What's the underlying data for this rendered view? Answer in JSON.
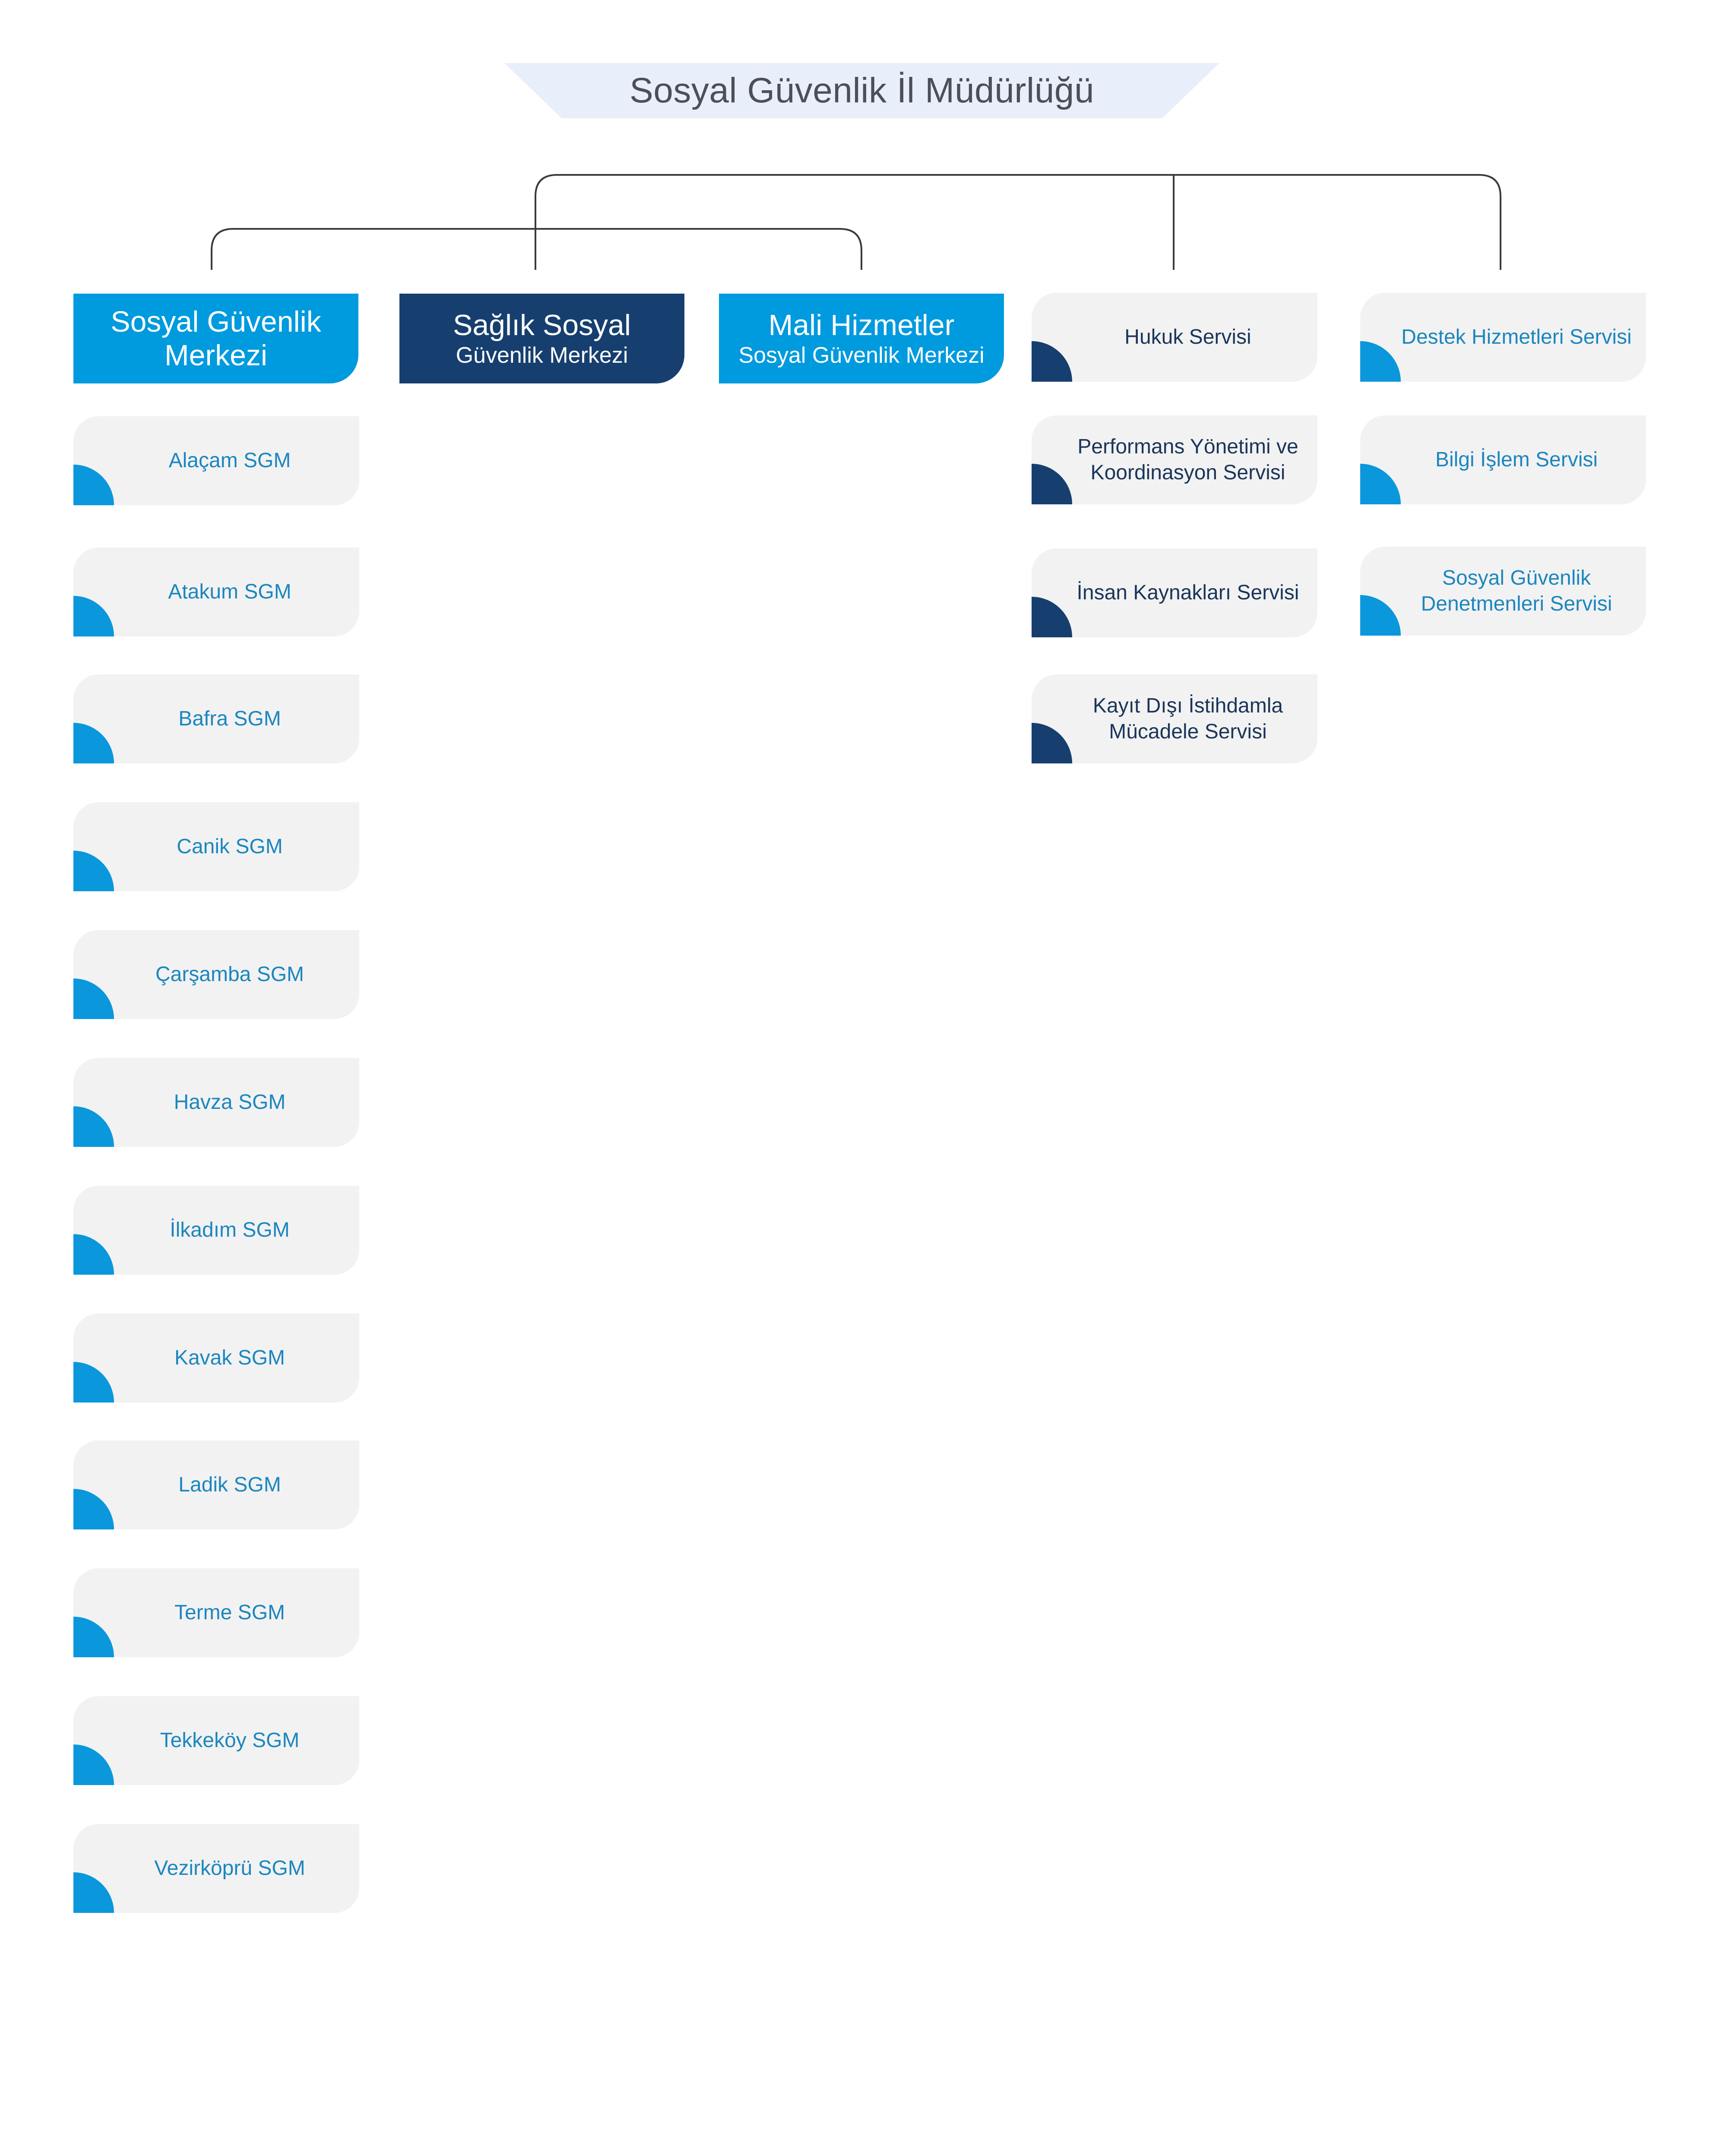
{
  "title": "Sosyal Güvenlik İl Müdürlüğü",
  "headers": [
    {
      "line1": "Sosyal Güvenlik",
      "line2": "Merkezi"
    },
    {
      "line1": "Sağlık Sosyal",
      "line2": "Güvenlik Merkezi"
    },
    {
      "line1": "Mali Hizmetler",
      "line2": "Sosyal Güvenlik Merkezi"
    }
  ],
  "sgm_units": [
    "Alaçam SGM",
    "Atakum SGM",
    "Bafra SGM",
    "Canik SGM",
    "Çarşamba SGM",
    "Havza SGM",
    "İlkadım SGM",
    "Kavak SGM",
    "Ladik SGM",
    "Terme SGM",
    "Tekkeköy SGM",
    "Vezirköprü SGM"
  ],
  "services_a": [
    "Hukuk Servisi",
    "Performans Yönetimi ve Koordinasyon Servisi",
    "İnsan Kaynakları Servisi",
    "Kayıt Dışı İstihdamla Mücadele Servisi"
  ],
  "services_b": [
    "Destek Hizmetleri Servisi",
    "Bilgi İşlem Servisi",
    "Sosyal Güvenlik Denetmenleri Servisi"
  ],
  "colors": {
    "light_blue": "#009ade",
    "dark_blue": "#163f6f",
    "card_bg": "#f2f2f2",
    "banner_bg": "#e9effa",
    "connector": "#3a3a3a"
  }
}
